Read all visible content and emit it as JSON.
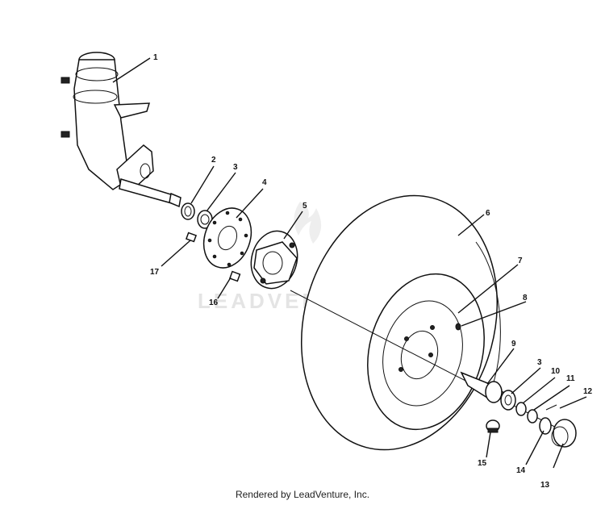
{
  "diagram": {
    "callouts": [
      "1",
      "2",
      "3",
      "4",
      "5",
      "6",
      "7",
      "8",
      "9",
      "3",
      "10",
      "11",
      "12",
      "13",
      "14",
      "15",
      "16",
      "17"
    ],
    "watermark": "LEADVENTURE",
    "footer": "Rendered by LeadVenture, Inc."
  }
}
